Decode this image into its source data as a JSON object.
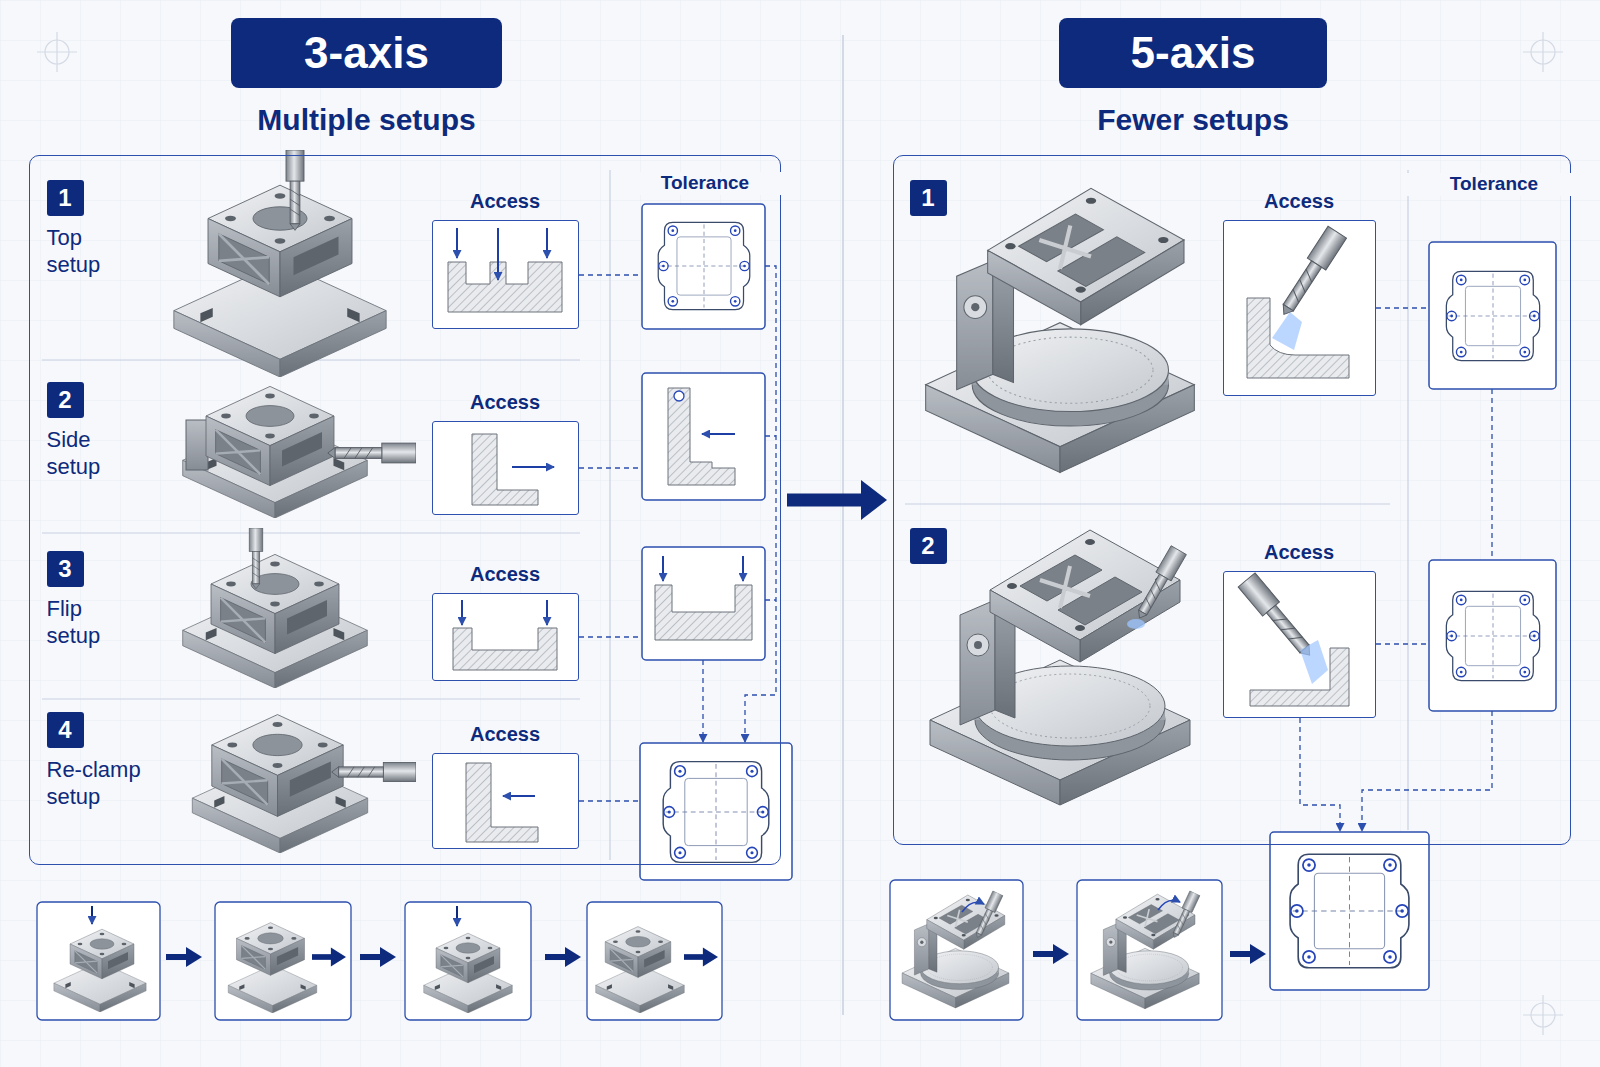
{
  "diagram": {
    "nodes": [
      {
        "text": [
          "3-axis",
          "Multiple setups"
        ]
      },
      {
        "text": [
          "Tolerance"
        ]
      },
      {
        "text": [
          "1",
          "Top setup"
        ],
        "in": 1
      },
      {
        "text": [
          "Access"
        ],
        "in": 1
      },
      {
        "text": [
          "2",
          "Side setup"
        ],
        "in": 1
      },
      {
        "text": [
          "Access"
        ],
        "in": 1
      },
      {
        "text": [
          "3",
          "Flip setup"
        ],
        "in": 1
      },
      {
        "text": [
          "Access"
        ],
        "in": 1
      },
      {
        "text": [
          "4",
          "Re-clamp setup"
        ],
        "in": 1
      },
      {
        "text": [
          "Access"
        ],
        "in": 1
      },
      {
        "text": [
          "5-axis",
          "Fewer setups"
        ]
      },
      {
        "text": [
          "Tolerance"
        ]
      },
      {
        "text": [
          "1"
        ],
        "in": 11
      },
      {
        "text": [
          "Access"
        ],
        "in": 11
      },
      {
        "text": [
          "2"
        ],
        "in": 11
      },
      {
        "text": [
          "Access"
        ],
        "in": 11
      }
    ],
    "edges": [
      {
        "from": 1,
        "to": 11,
        "arrow": "to"
      }
    ]
  }
}
